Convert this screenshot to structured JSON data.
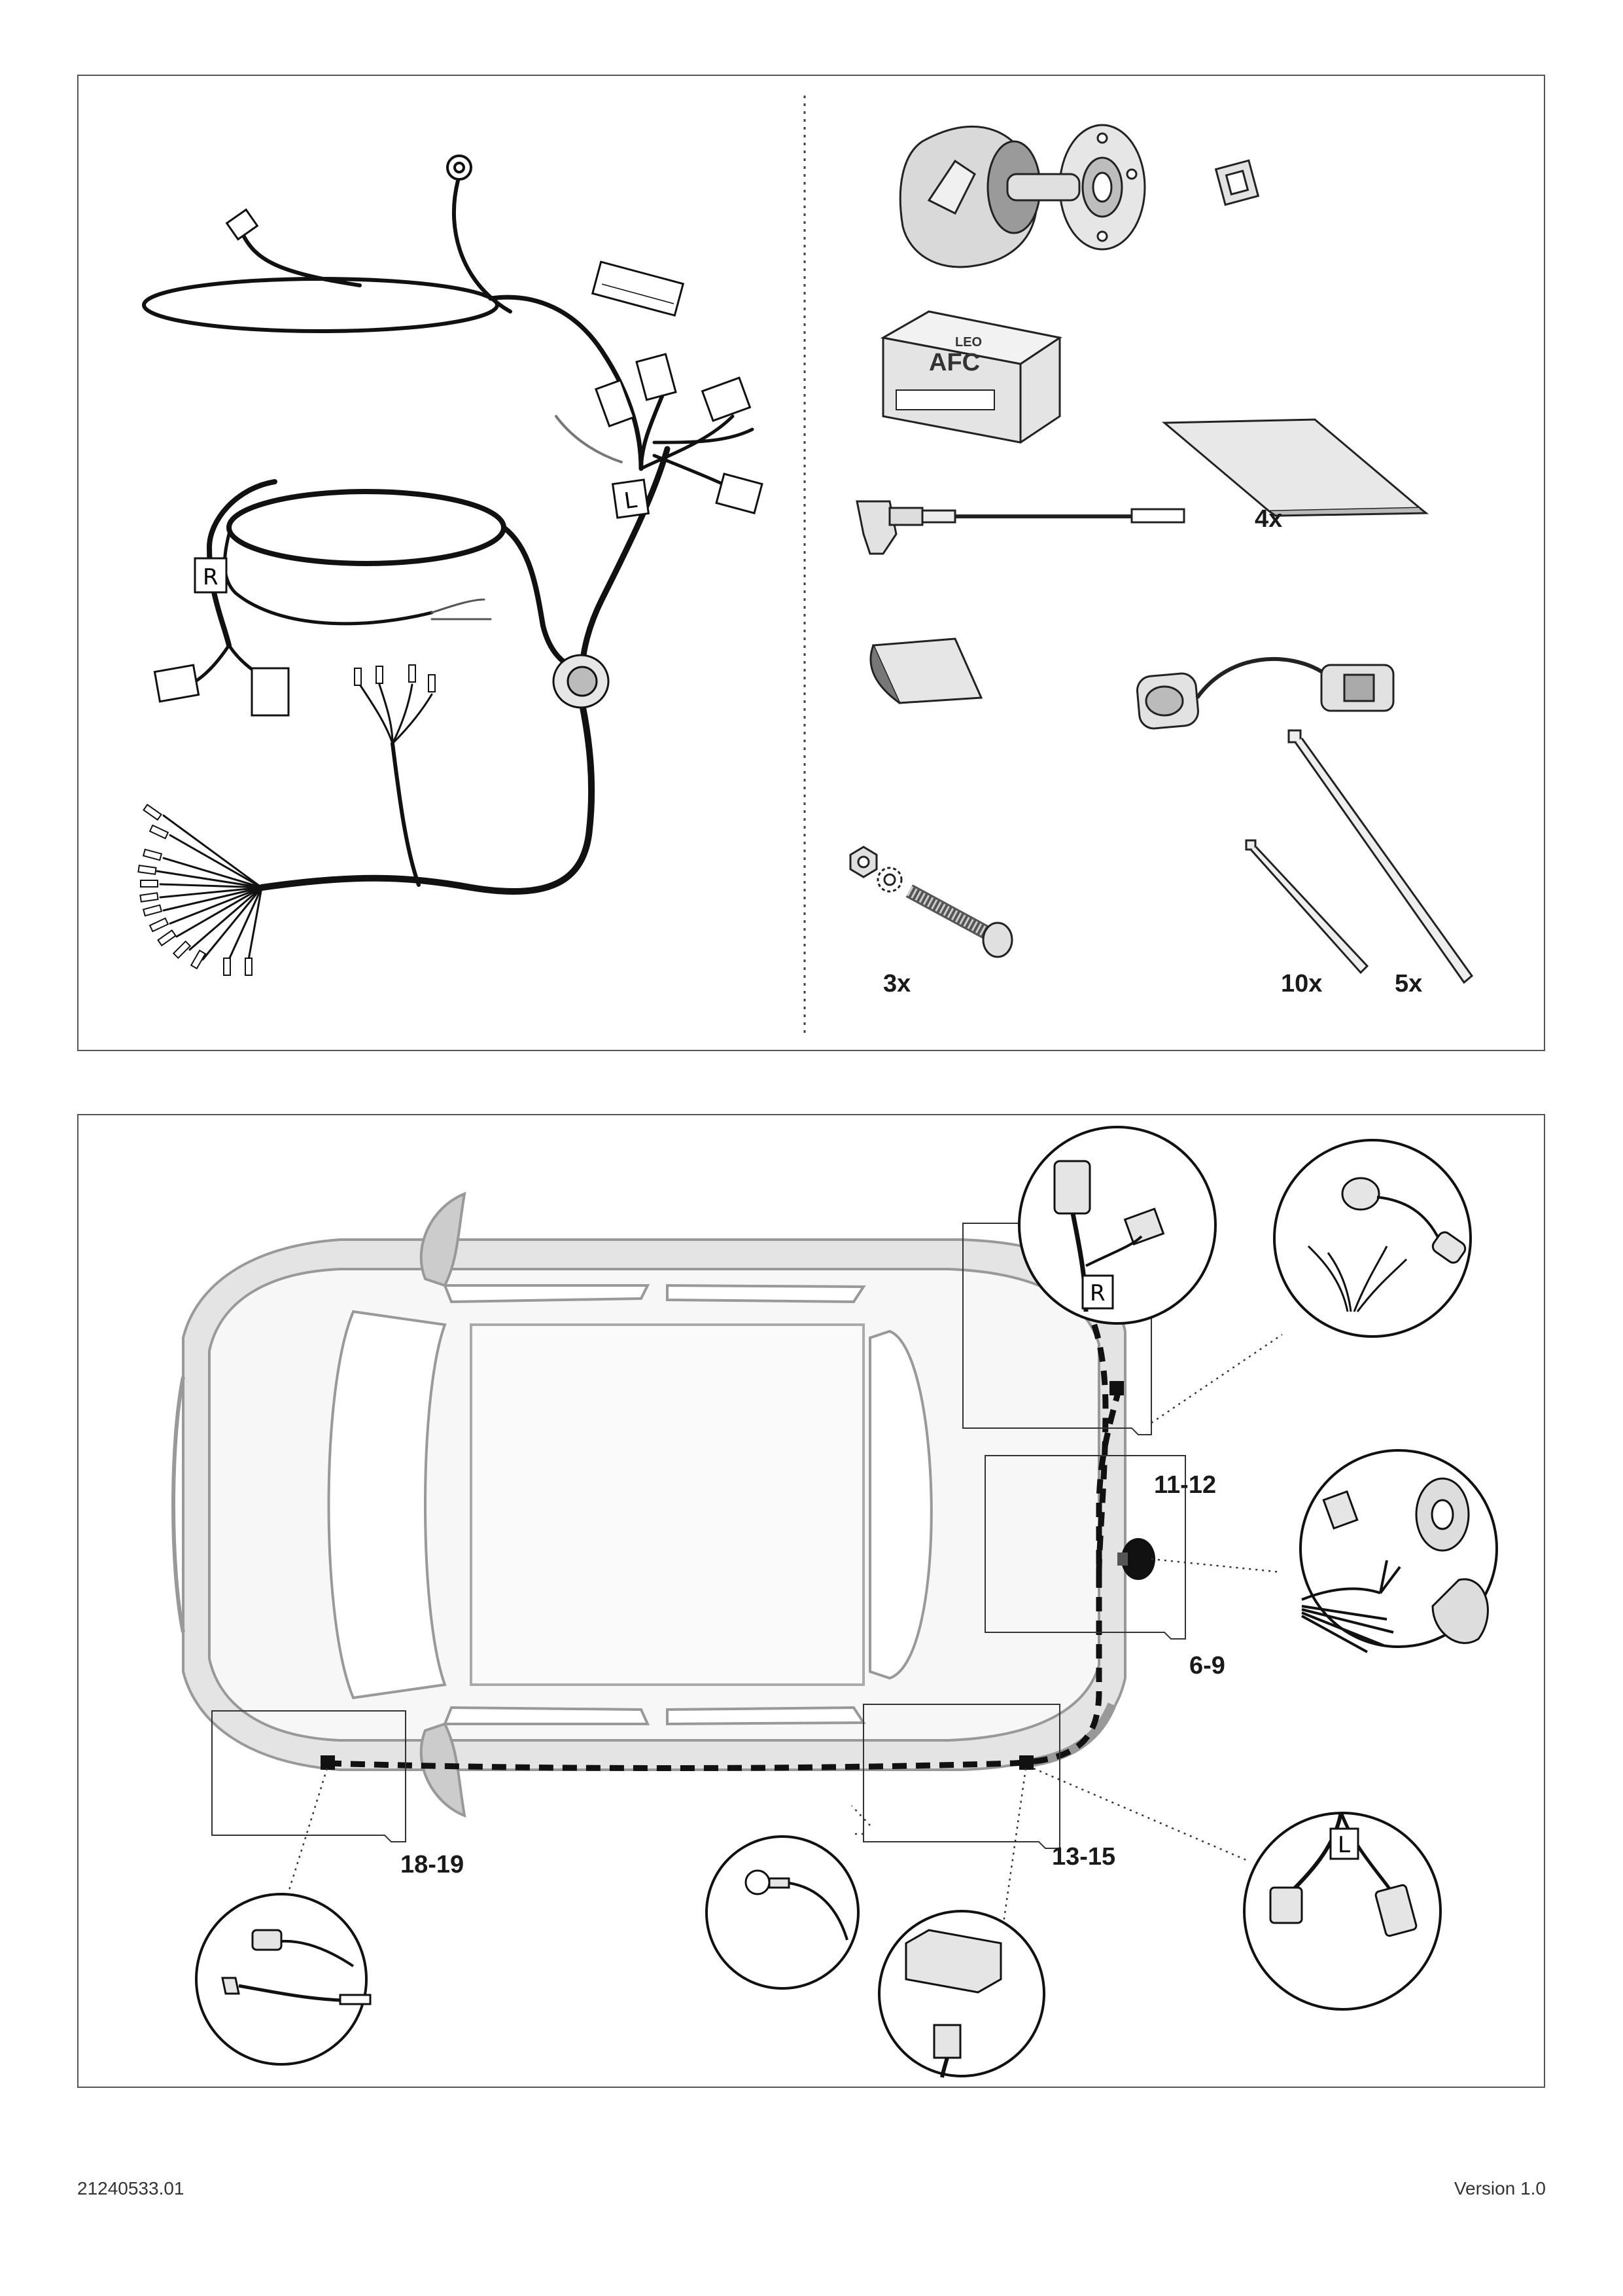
{
  "parts_panel": {
    "harness_labels": {
      "right": "R",
      "left": "L"
    },
    "module_brand": "LEO",
    "module_logo": "AFC",
    "quantities": {
      "sealing_sheet": "4x",
      "bolts": "3x",
      "cable_ties_small": "10x",
      "cable_ties_large": "5x"
    }
  },
  "installation_panel": {
    "step_labels": {
      "rear_right": "11-12",
      "socket": "6-9",
      "rear_left": "13-15",
      "front": "18-19"
    },
    "detail_labels": {
      "right": "R",
      "left": "L"
    }
  },
  "footer": {
    "document_number": "21240533.01",
    "version": "Version 1.0"
  }
}
